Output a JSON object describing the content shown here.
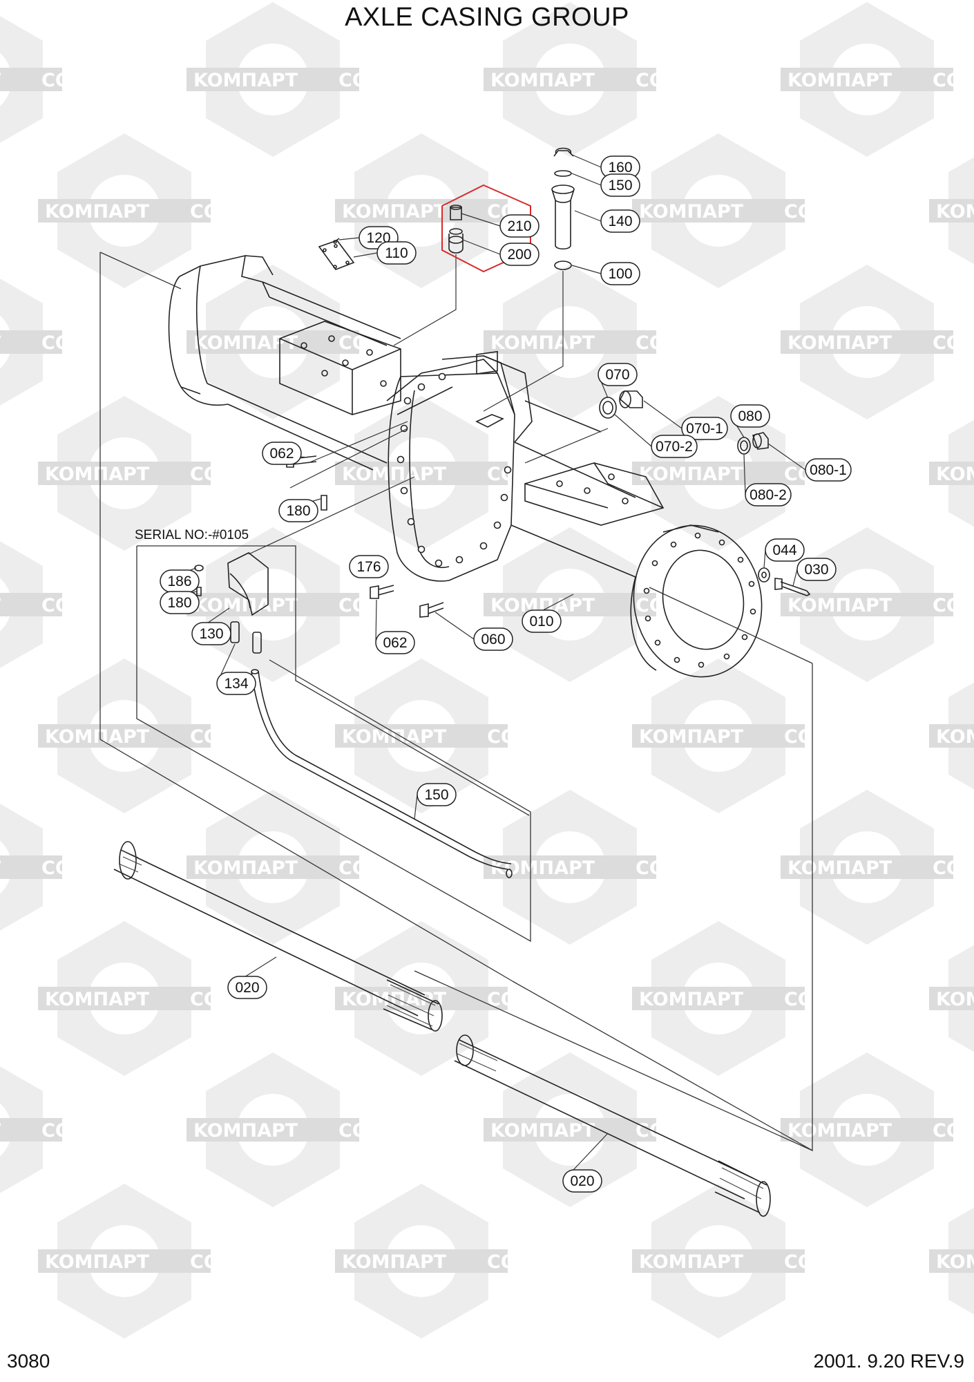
{
  "page": {
    "title": "AXLE CASING GROUP",
    "page_number": "3080",
    "revision": "2001. 9.20  REV.9",
    "serial_note": "SERIAL NO:-#0105"
  },
  "watermark": {
    "text_left": "KOMПAPT",
    "text_right": "COMPART",
    "icon": "hexagon-logo-icon"
  },
  "highlight_color": "#d62b2b",
  "parts": [
    {
      "id": "p160",
      "label": "160"
    },
    {
      "id": "p150a",
      "label": "150"
    },
    {
      "id": "p140",
      "label": "140"
    },
    {
      "id": "p100",
      "label": "100"
    },
    {
      "id": "p210",
      "label": "210",
      "highlighted": true
    },
    {
      "id": "p200",
      "label": "200",
      "highlighted": true
    },
    {
      "id": "p120",
      "label": "120"
    },
    {
      "id": "p110",
      "label": "110"
    },
    {
      "id": "p070",
      "label": "070"
    },
    {
      "id": "p070-1",
      "label": "070-1"
    },
    {
      "id": "p070-2",
      "label": "070-2"
    },
    {
      "id": "p080",
      "label": "080"
    },
    {
      "id": "p080-1",
      "label": "080-1"
    },
    {
      "id": "p080-2",
      "label": "080-2"
    },
    {
      "id": "p062a",
      "label": "062"
    },
    {
      "id": "p180a",
      "label": "180"
    },
    {
      "id": "p044",
      "label": "044"
    },
    {
      "id": "p030",
      "label": "030"
    },
    {
      "id": "p176",
      "label": "176"
    },
    {
      "id": "p186",
      "label": "186"
    },
    {
      "id": "p180b",
      "label": "180"
    },
    {
      "id": "p130",
      "label": "130"
    },
    {
      "id": "p134",
      "label": "134"
    },
    {
      "id": "p062b",
      "label": "062"
    },
    {
      "id": "p060",
      "label": "060"
    },
    {
      "id": "p010",
      "label": "010"
    },
    {
      "id": "p150b",
      "label": "150"
    },
    {
      "id": "p020a",
      "label": "020"
    },
    {
      "id": "p020b",
      "label": "020"
    }
  ]
}
